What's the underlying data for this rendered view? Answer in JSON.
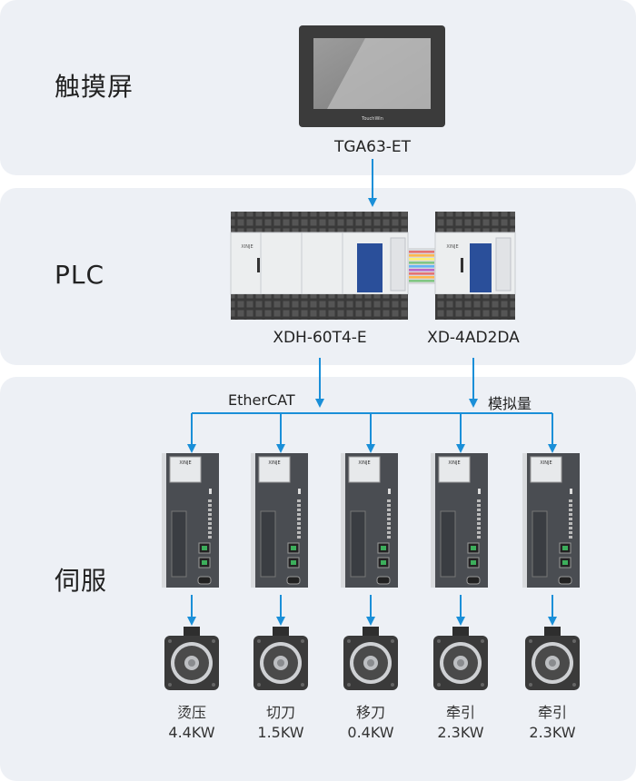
{
  "sections": {
    "hmi": "触摸屏",
    "plc": "PLC",
    "servo": "伺服"
  },
  "hmi": {
    "model": "TGA63-ET",
    "brand": "TouchWin"
  },
  "plc": {
    "main_model": "XDH-60T4-E",
    "expansion_model": "XD-4AD2DA",
    "brand": "XINJE"
  },
  "bus": {
    "ethercat": "EtherCAT",
    "analog": "模拟量"
  },
  "servo_brand": "XINJE",
  "axes": [
    {
      "name": "烫压",
      "power": "4.4KW"
    },
    {
      "name": "切刀",
      "power": "1.5KW"
    },
    {
      "name": "移刀",
      "power": "0.4KW"
    },
    {
      "name": "牵引",
      "power": "2.3KW"
    },
    {
      "name": "牵引",
      "power": "2.3KW"
    }
  ],
  "colors": {
    "band": "#edf0f5",
    "arrow": "#1a8fd8",
    "plc_blue": "#2a4f9a"
  }
}
